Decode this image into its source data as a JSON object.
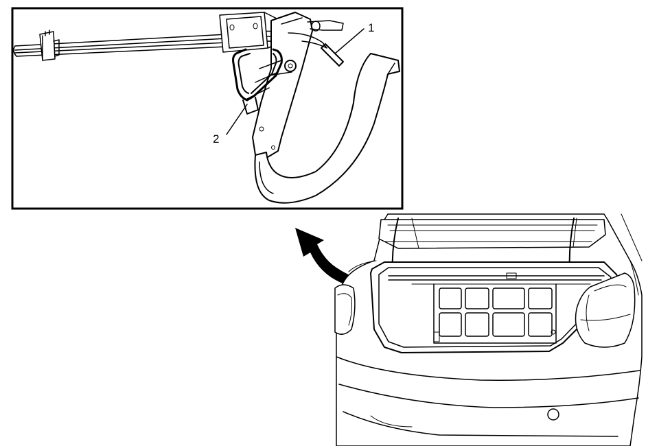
{
  "callouts": [
    {
      "id": "1",
      "text": "1"
    },
    {
      "id": "2",
      "text": "2"
    }
  ],
  "colors": {
    "line": "#000000",
    "background": "#ffffff"
  },
  "icons": {
    "direction_arrow": "curved-arrow-icon"
  }
}
